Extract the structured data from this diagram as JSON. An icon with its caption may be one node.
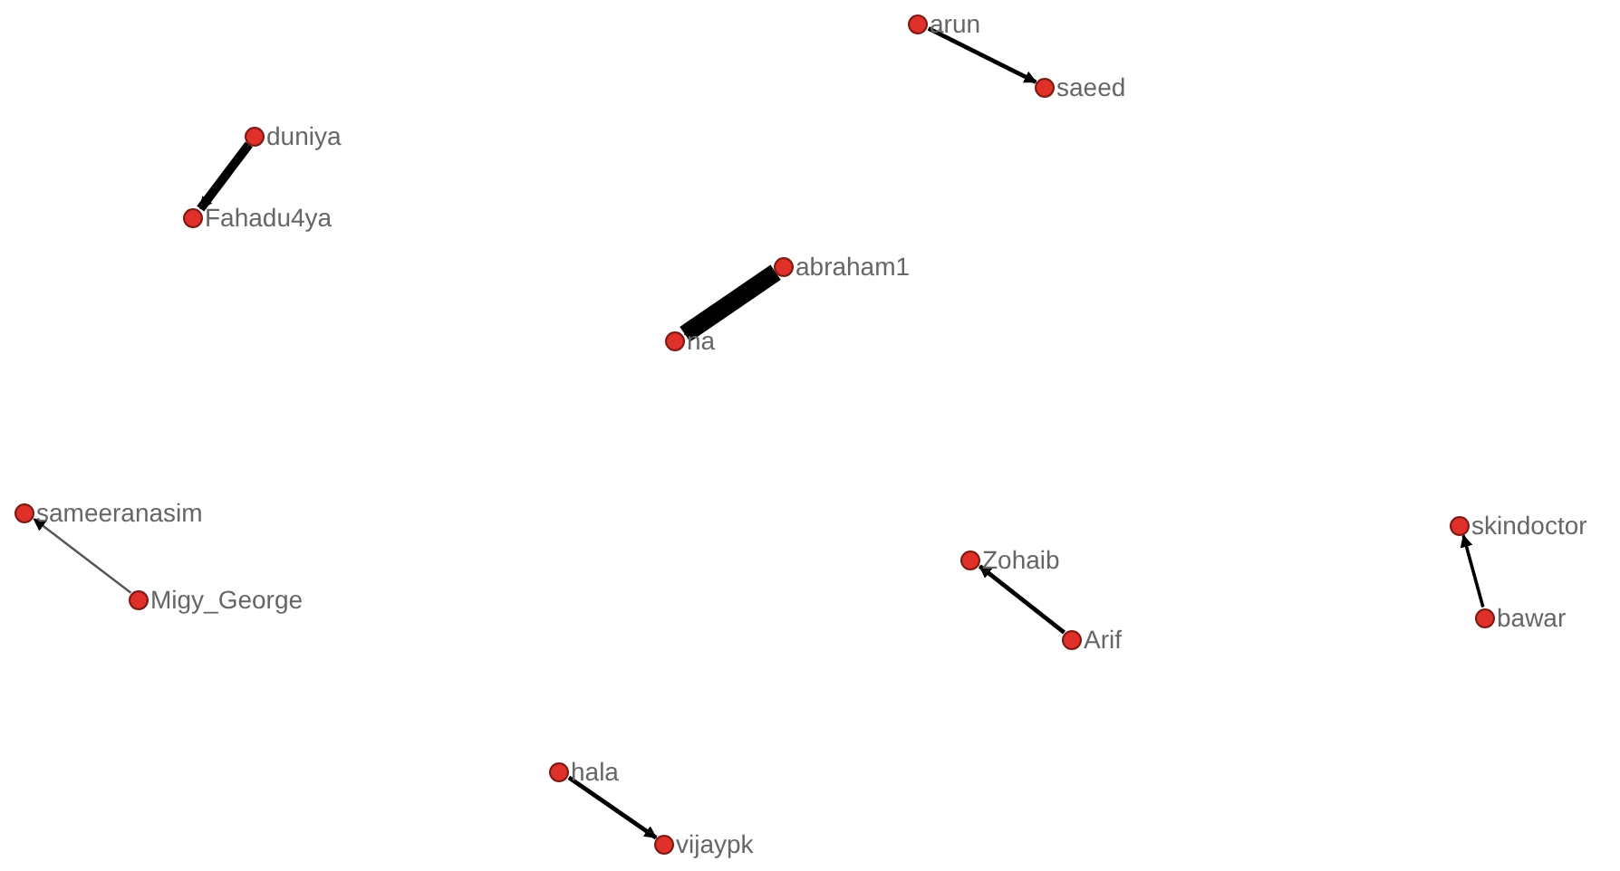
{
  "diagram": {
    "nodes": [
      {
        "text": [
          "arun"
        ]
      },
      {
        "text": [
          "saeed"
        ]
      },
      {
        "text": [
          "duniya"
        ]
      },
      {
        "text": [
          "Fahadu4ya"
        ]
      },
      {
        "text": [
          "abraham1"
        ]
      },
      {
        "text": [
          "na"
        ]
      },
      {
        "text": [
          "sameeranasim"
        ]
      },
      {
        "text": [
          "Migy_George"
        ]
      },
      {
        "text": [
          "Zohaib"
        ]
      },
      {
        "text": [
          "Arif"
        ]
      },
      {
        "text": [
          "skindoctor"
        ]
      },
      {
        "text": [
          "bawar"
        ]
      },
      {
        "text": [
          "hala"
        ]
      },
      {
        "text": [
          "vijaypk"
        ]
      }
    ],
    "edges": [
      {
        "from": 0,
        "to": 1,
        "arrow": "to"
      },
      {
        "from": 2,
        "to": 3,
        "arrow": "to",
        "style": "thick"
      },
      {
        "from": 4,
        "to": 5,
        "arrow": "to",
        "style": "thick"
      },
      {
        "from": 7,
        "to": 6,
        "arrow": "to"
      },
      {
        "from": 9,
        "to": 8,
        "arrow": "to"
      },
      {
        "from": 11,
        "to": 10,
        "arrow": "to"
      },
      {
        "from": 12,
        "to": 13,
        "arrow": "to"
      }
    ]
  }
}
